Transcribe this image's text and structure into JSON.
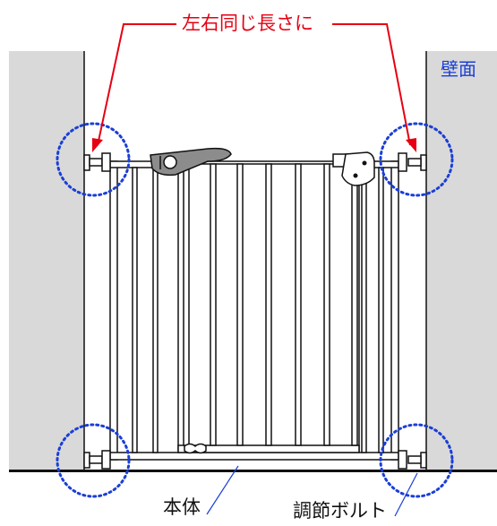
{
  "labels": {
    "equal_sides": "左右同じ長さに",
    "wall": "壁面",
    "body": "本体",
    "adjust_bolt": "調節ボルト"
  },
  "colors": {
    "wall_fill": "#d9d9d9",
    "outline": "#111111",
    "arrow_red": "#e60012",
    "circle_blue": "#1a3fd6",
    "label_blue": "#1a3fd6"
  }
}
